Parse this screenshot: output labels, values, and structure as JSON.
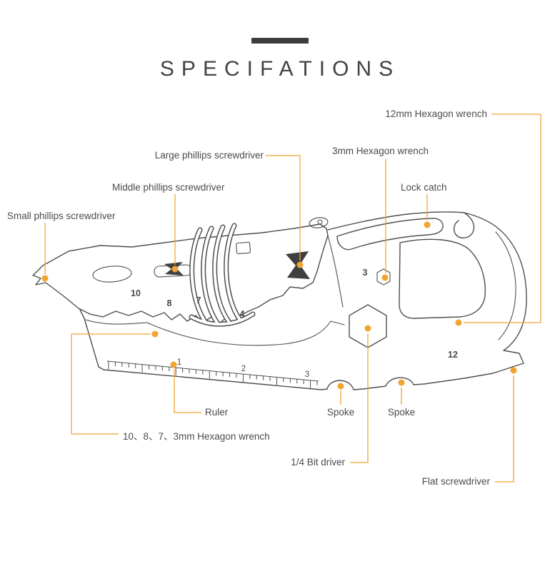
{
  "colors": {
    "accent": "#F0A432",
    "line": "#4f4f4f",
    "text": "#4b4b4b"
  },
  "header": {
    "title": "SPECIFATIONS"
  },
  "callouts": {
    "hex12": "12mm Hexagon wrench",
    "hex3": "3mm Hexagon wrench",
    "lock_catch": "Lock catch",
    "large_phillips": "Large phillips screwdriver",
    "middle_phillips": "Middle phillips screwdriver",
    "small_phillips": "Small phillips screwdriver",
    "ruler": "Ruler",
    "spoke_left": "Spoke",
    "spoke_right": "Spoke",
    "multi_hex": "10、8、7、3mm Hexagon wrench",
    "bit_driver": "1/4 Bit driver",
    "flat_screwdriver": "Flat screwdriver"
  },
  "tool_markings": {
    "n10": "10",
    "n8": "8",
    "n7": "7",
    "n4": "4",
    "n3": "3",
    "n12": "12",
    "ruler1": "1",
    "ruler2": "2",
    "ruler3": "3"
  }
}
